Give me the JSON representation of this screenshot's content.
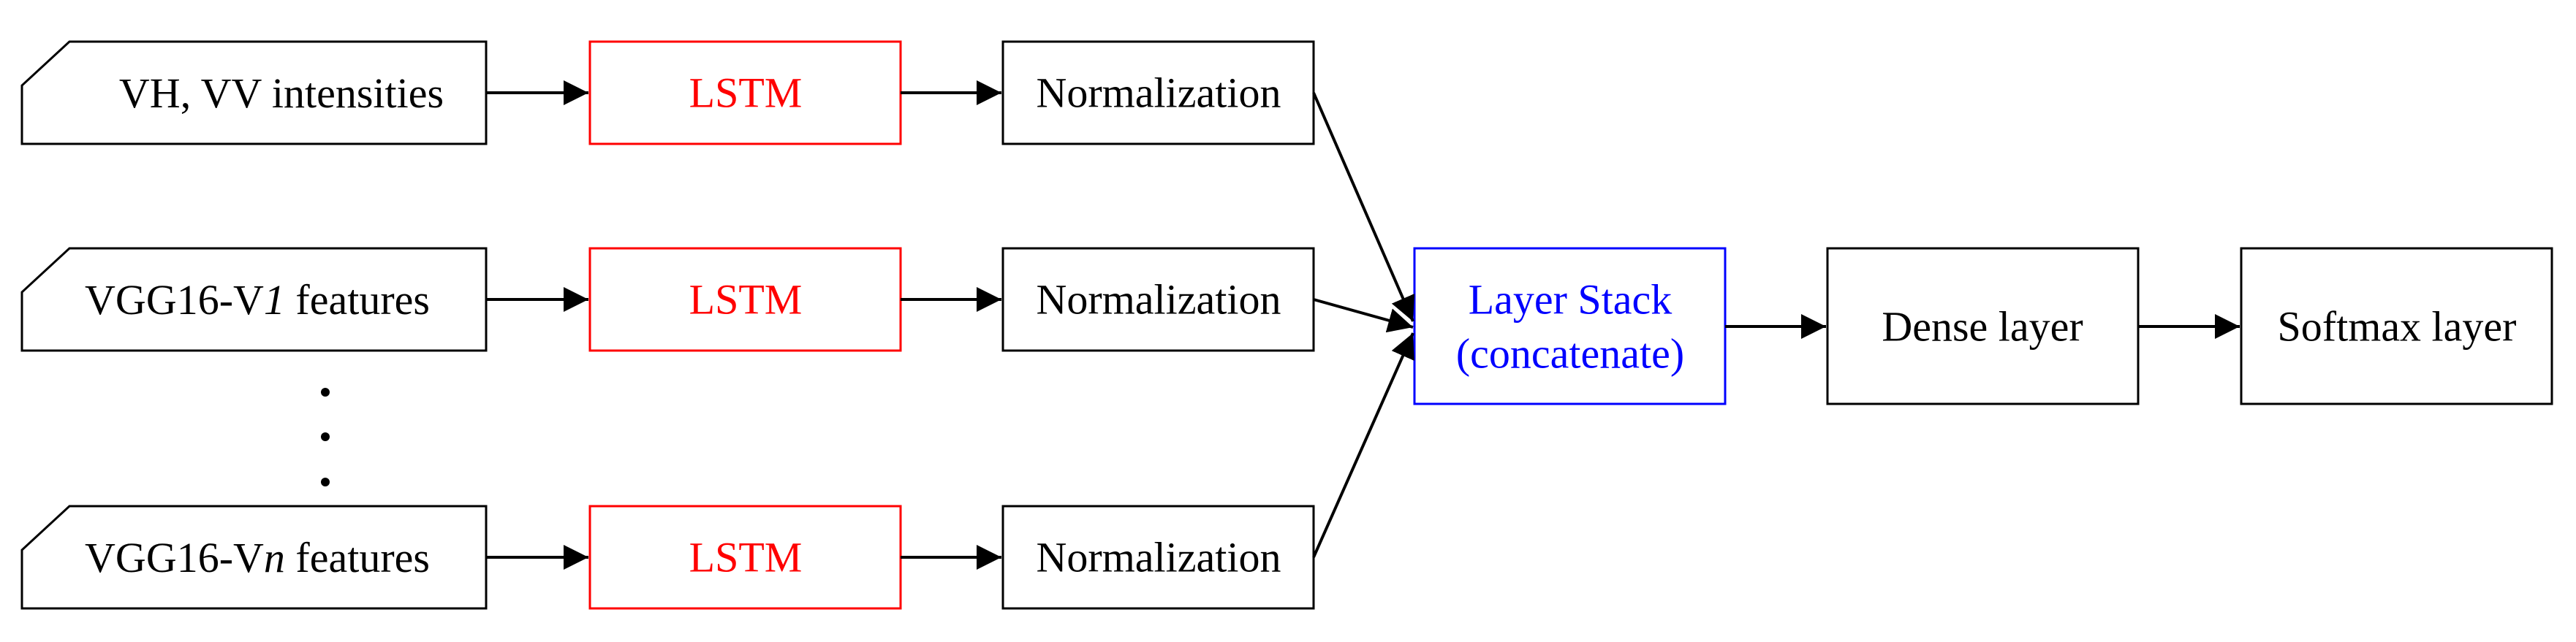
{
  "colors": {
    "default": "#000000",
    "lstm": "#ff0000",
    "stack": "#0000ff",
    "background": "#ffffff"
  },
  "inputs": [
    {
      "prefix": "VH, VV intensities",
      "italic": "",
      "suffix": ""
    },
    {
      "prefix": "VGG16-V",
      "italic": "1",
      "suffix": " features"
    },
    {
      "prefix": "VGG16-V",
      "italic": "n",
      "suffix": " features"
    }
  ],
  "lstm": {
    "label": "LSTM"
  },
  "normalization": {
    "label": "Normalization"
  },
  "layer_stack": {
    "line1": "Layer Stack",
    "line2": "(concatenate)"
  },
  "dense": {
    "label": "Dense layer"
  },
  "softmax": {
    "label": "Softmax layer"
  }
}
